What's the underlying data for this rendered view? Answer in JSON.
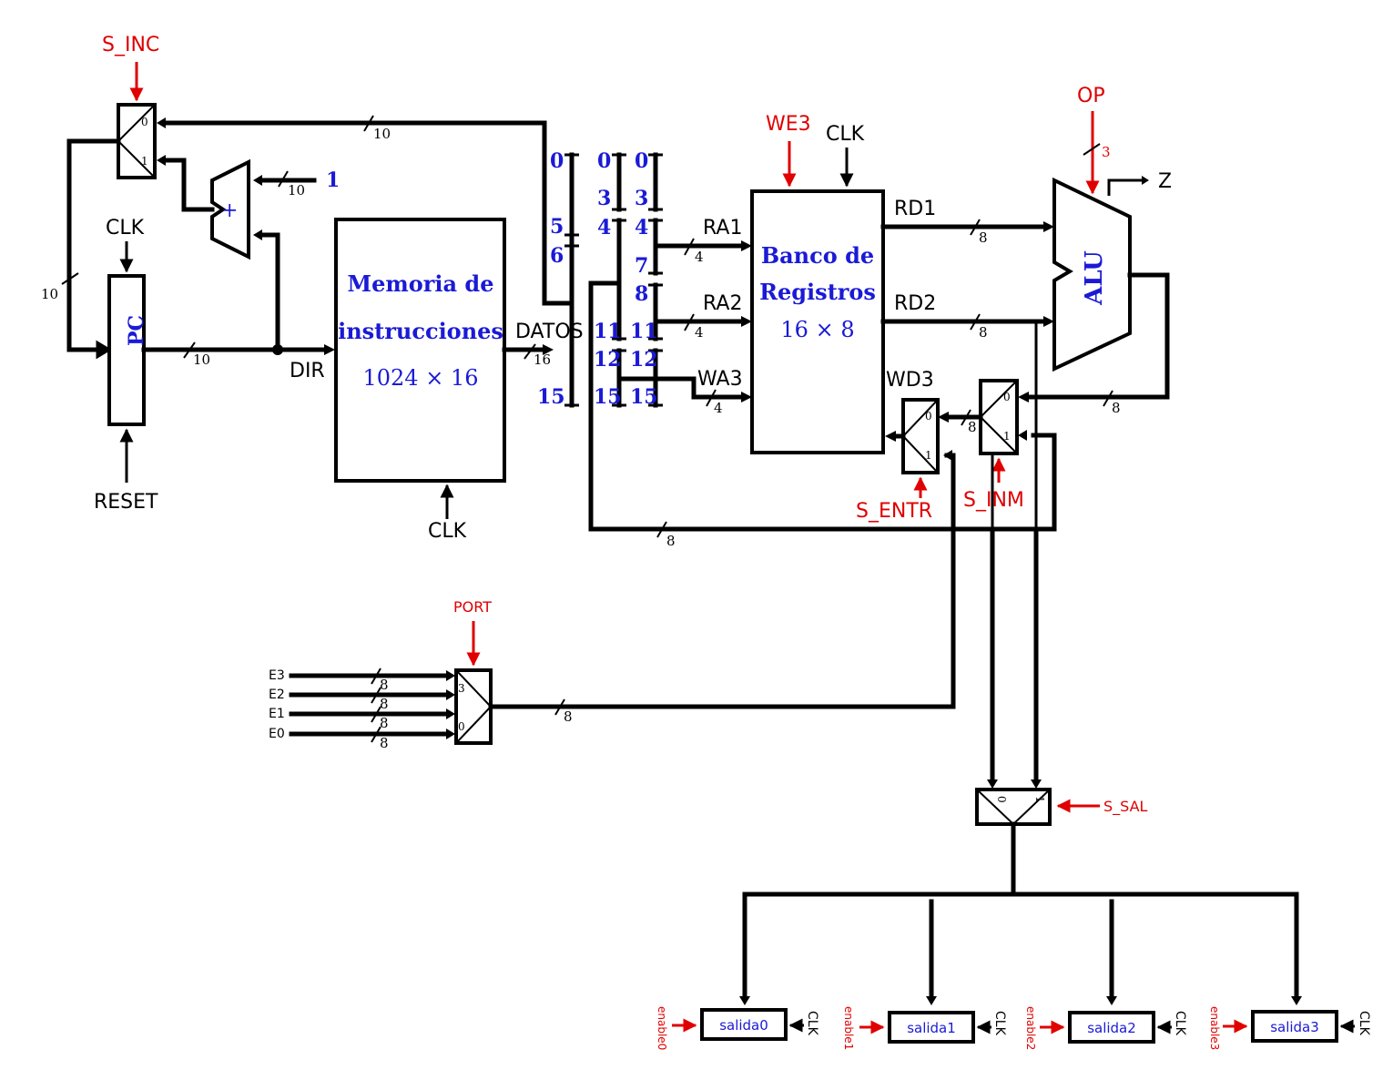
{
  "signals": {
    "s_inc": "S_INC",
    "we3": "WE3",
    "op": "OP",
    "s_entr": "S_ENTR",
    "s_inm": "S_INM",
    "port": "PORT",
    "s_sal": "S_SAL"
  },
  "blocks": {
    "pc": "PC",
    "mem_title_1": "Memoria de",
    "mem_title_2": "instrucciones",
    "mem_size": "1024 × 16",
    "regs_title_1": "Banco de",
    "regs_title_2": "Registros",
    "regs_size": "16 × 8",
    "alu": "ALU",
    "adder": "+"
  },
  "labels": {
    "clk": "CLK",
    "reset": "RESET",
    "dir": "DIR",
    "datos": "DATOS",
    "ra1": "RA1",
    "ra2": "RA2",
    "wa3": "WA3",
    "rd1": "RD1",
    "rd2": "RD2",
    "wd3": "WD3",
    "z": "Z",
    "const_one": "1"
  },
  "bus_widths": {
    "w10": "10",
    "w16": "16",
    "w4": "4",
    "w8": "8",
    "w3": "3"
  },
  "mux_inputs": {
    "zero": "0",
    "one": "1",
    "three": "3"
  },
  "bit_fields": {
    "f0_top": "0",
    "f0_5": "5",
    "f0_6": "6",
    "f0_15": "15",
    "f1_0": "0",
    "f1_3": "3",
    "f1_4": "4",
    "f1_11": "11",
    "f1_12": "12",
    "f1_15": "15",
    "f2_0": "0",
    "f2_3": "3",
    "f2_4": "4",
    "f2_7": "7",
    "f2_8": "8",
    "f2_11": "11",
    "f2_12": "12",
    "f2_15": "15"
  },
  "inputs": {
    "e3": "E3",
    "e2": "E2",
    "e1": "E1",
    "e0": "E0"
  },
  "outputs": [
    {
      "name": "salida0",
      "enable": "enable0",
      "clk": "CLK"
    },
    {
      "name": "salida1",
      "enable": "enable1",
      "clk": "CLK"
    },
    {
      "name": "salida2",
      "enable": "enable2",
      "clk": "CLK"
    },
    {
      "name": "salida3",
      "enable": "enable3",
      "clk": "CLK"
    }
  ],
  "colors": {
    "control_signal": "#e00000",
    "block_label": "#1a1ad6",
    "wire": "#000000"
  }
}
